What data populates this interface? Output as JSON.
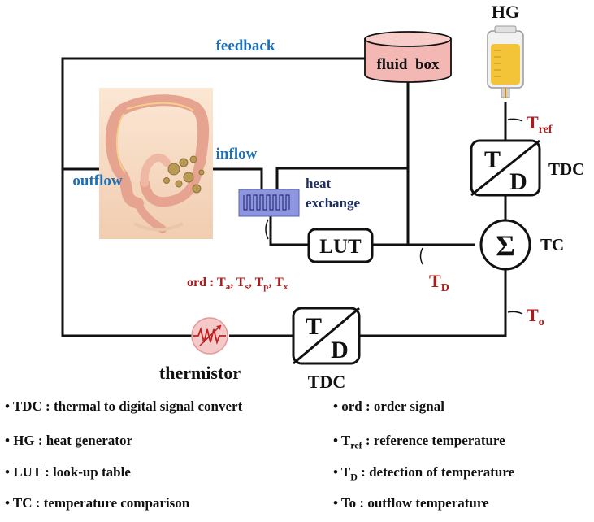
{
  "labels": {
    "hg": "HG",
    "feedback": "feedback",
    "fluid_box": "fluid  box",
    "inflow": "inflow",
    "outflow": "outflow",
    "heat_exchange_line1": "heat",
    "heat_exchange_line2": "exchange",
    "tdc_top": "TDC",
    "tdc_bottom": "TDC",
    "tc": "TC",
    "lut": "LUT",
    "thermistor": "thermistor",
    "tdc_block_top": "T",
    "tdc_block_bottom": "D",
    "sigma": "Σ",
    "t_ref_main": "T",
    "t_ref_sub": "ref",
    "t_d_main": "T",
    "t_d_sub": "D",
    "t_o_main": "T",
    "t_o_sub": "o",
    "ord_prefix": "ord : T",
    "ord_sub_a": "a",
    "ord_sep1": ", T",
    "ord_sub_s": "s",
    "ord_sep2": ", T",
    "ord_sub_p": "p",
    "ord_sep3": ", T",
    "ord_sub_x": "x"
  },
  "legend": {
    "left": [
      "• TDC : thermal to digital signal convert",
      "• HG : heat generator",
      "• LUT : look-up table",
      "• TC : temperature comparison"
    ],
    "right_ord": "• ord : order signal",
    "right_tref_pre": "• T",
    "right_tref_sub": "ref",
    "right_tref_post": " : reference temperature",
    "right_td_pre": "• T",
    "right_td_sub": "D",
    "right_td_post": " :  detection of temperature",
    "right_to": "• To : outflow temperature"
  },
  "colors": {
    "line": "#111111",
    "fluid_box_fill": "#f4b8b4",
    "heat_exchanger_fill": "#8f96e0",
    "thermistor_fill": "#f6c9c9",
    "label_blue": "#1f6fb8",
    "label_red": "#b01a1a"
  }
}
